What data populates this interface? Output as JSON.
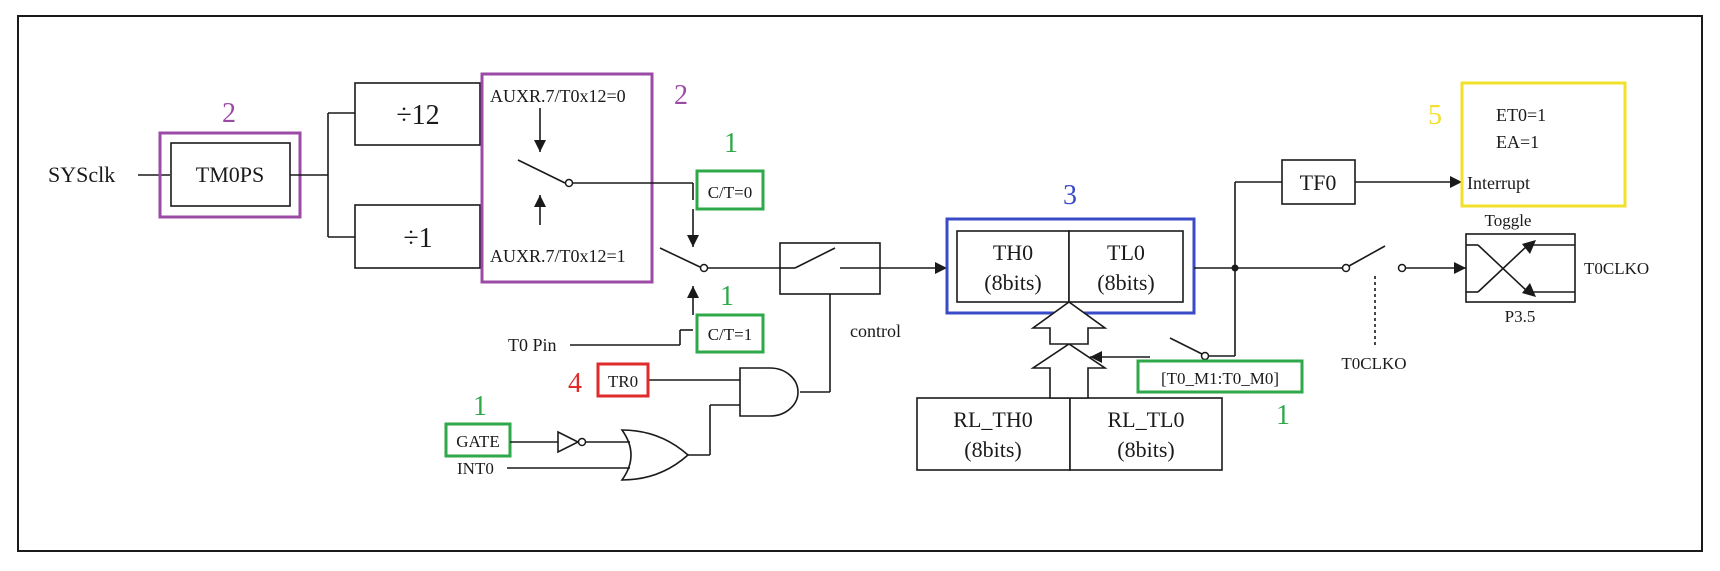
{
  "colors": {
    "purple": "#9b4ba6",
    "green": "#2fa84a",
    "blue": "#3a4bc8",
    "red": "#e02b2b",
    "yellow": "#f2e02a",
    "line": "#1a1a1a"
  },
  "labels": {
    "sysclk": "SYSclk",
    "tm0ps": "TM0PS",
    "div12": "÷12",
    "div1": "÷1",
    "auxr_0": "AUXR.7/T0x12=0",
    "auxr_1": "AUXR.7/T0x12=1",
    "ct0": "C/T=0",
    "ct1": "C/T=1",
    "t0pin": "T0 Pin",
    "control": "control",
    "tr0": "TR0",
    "gate": "GATE",
    "int0": "INT0",
    "th0": "TH0",
    "tl0": "TL0",
    "bits": "(8bits)",
    "rl_th0": "RL_TH0",
    "rl_tl0": "RL_TL0",
    "mode": "[T0_M1:T0_M0]",
    "tf0": "TF0",
    "interrupt": "Interrupt",
    "et0": "ET0=1",
    "ea": "EA=1",
    "toggle": "Toggle",
    "t0clko": "T0CLKO",
    "t0clko_sw": "T0CLKO",
    "p35": "P3.5"
  },
  "markers": {
    "m2a": "2",
    "m2b": "2",
    "m1a": "1",
    "m1b": "1",
    "m1c": "1",
    "m1d": "1",
    "m3": "3",
    "m4": "4",
    "m5": "5"
  }
}
